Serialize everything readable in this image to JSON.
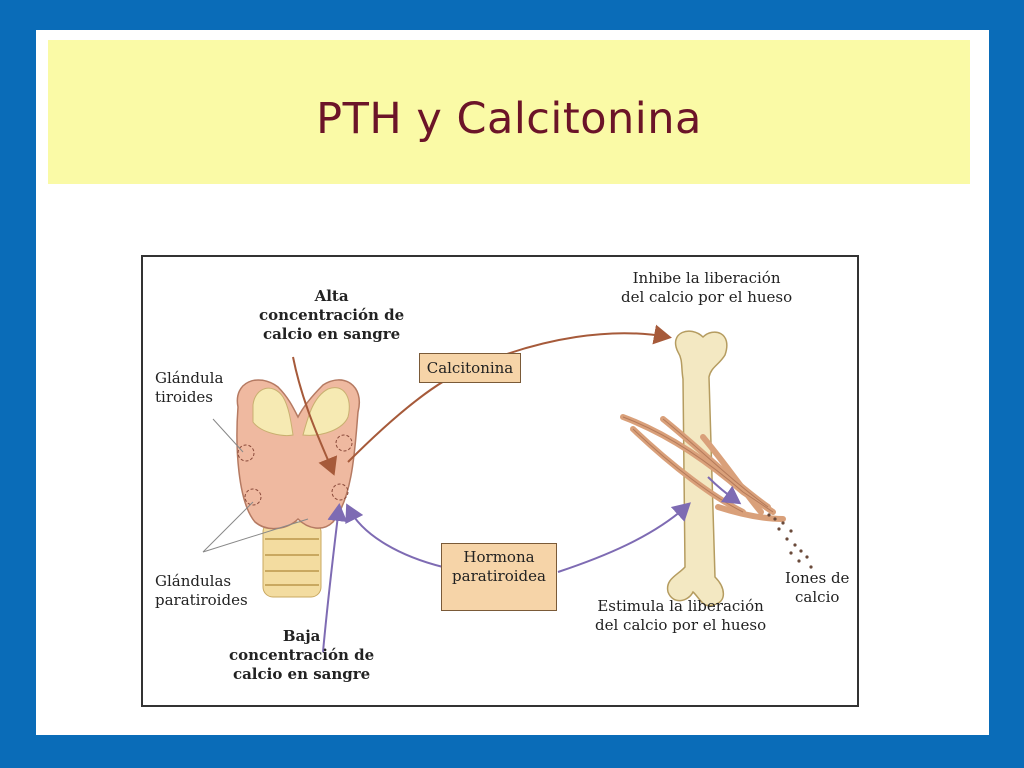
{
  "slide": {
    "title": "PTH y Calcitonina"
  },
  "diagram": {
    "alta_label": "Alta concentración de calcio en sangre",
    "alta_lines": [
      "Alta",
      "concentración de",
      "calcio en sangre"
    ],
    "baja_lines": [
      "Baja",
      "concentración de",
      "calcio en sangre"
    ],
    "tiroides_lines": [
      "Glándula",
      "tiroides"
    ],
    "paratiroides_lines": [
      "Glándulas",
      "paratiroides"
    ],
    "calcitonina_box": "Calcitonina",
    "pth_box_lines": [
      "Hormona",
      "paratiroidea"
    ],
    "inhibe_lines": [
      "Inhibe la liberación",
      "del calcio por el hueso"
    ],
    "estimula_lines": [
      "Estimula la liberación",
      "del calcio por el hueso"
    ],
    "iones_lines": [
      "Iones de",
      "calcio"
    ]
  },
  "colors": {
    "background": "#0a6cb8",
    "title_band": "#fafaa6",
    "title_text": "#6b1428",
    "calcitonin_arrow": "#a65a3a",
    "pth_arrow": "#7e6bb3",
    "label_box": "#f6d4a8"
  }
}
